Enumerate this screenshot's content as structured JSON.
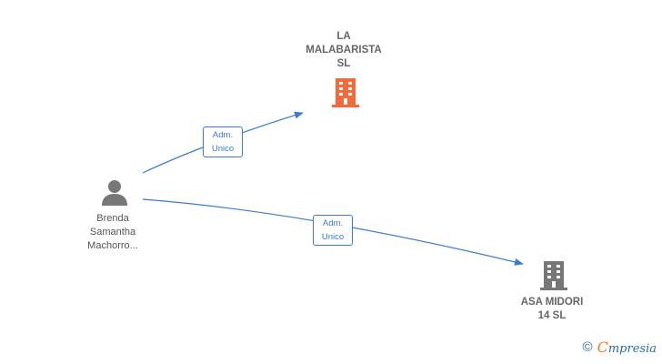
{
  "nodes": {
    "la_malabarista": {
      "label": "LA\nMALABARISTA\nSL",
      "kind": "company",
      "color": "#f26b38"
    },
    "asa_midori": {
      "label": "ASA MIDORI\n14  SL",
      "kind": "company",
      "color": "#777777"
    },
    "brenda": {
      "label": "Brenda\nSamantha\nMachorro...",
      "kind": "person",
      "color": "#777777"
    }
  },
  "edges": [
    {
      "from": "brenda",
      "to": "la_malabarista",
      "label": "Adm.\nUnico"
    },
    {
      "from": "brenda",
      "to": "asa_midori",
      "label": "Adm.\nUnico"
    }
  ],
  "edge_color": "#3a7bd5",
  "brand": {
    "copyright": "©",
    "first_letter": "C",
    "rest": "mpresia"
  }
}
